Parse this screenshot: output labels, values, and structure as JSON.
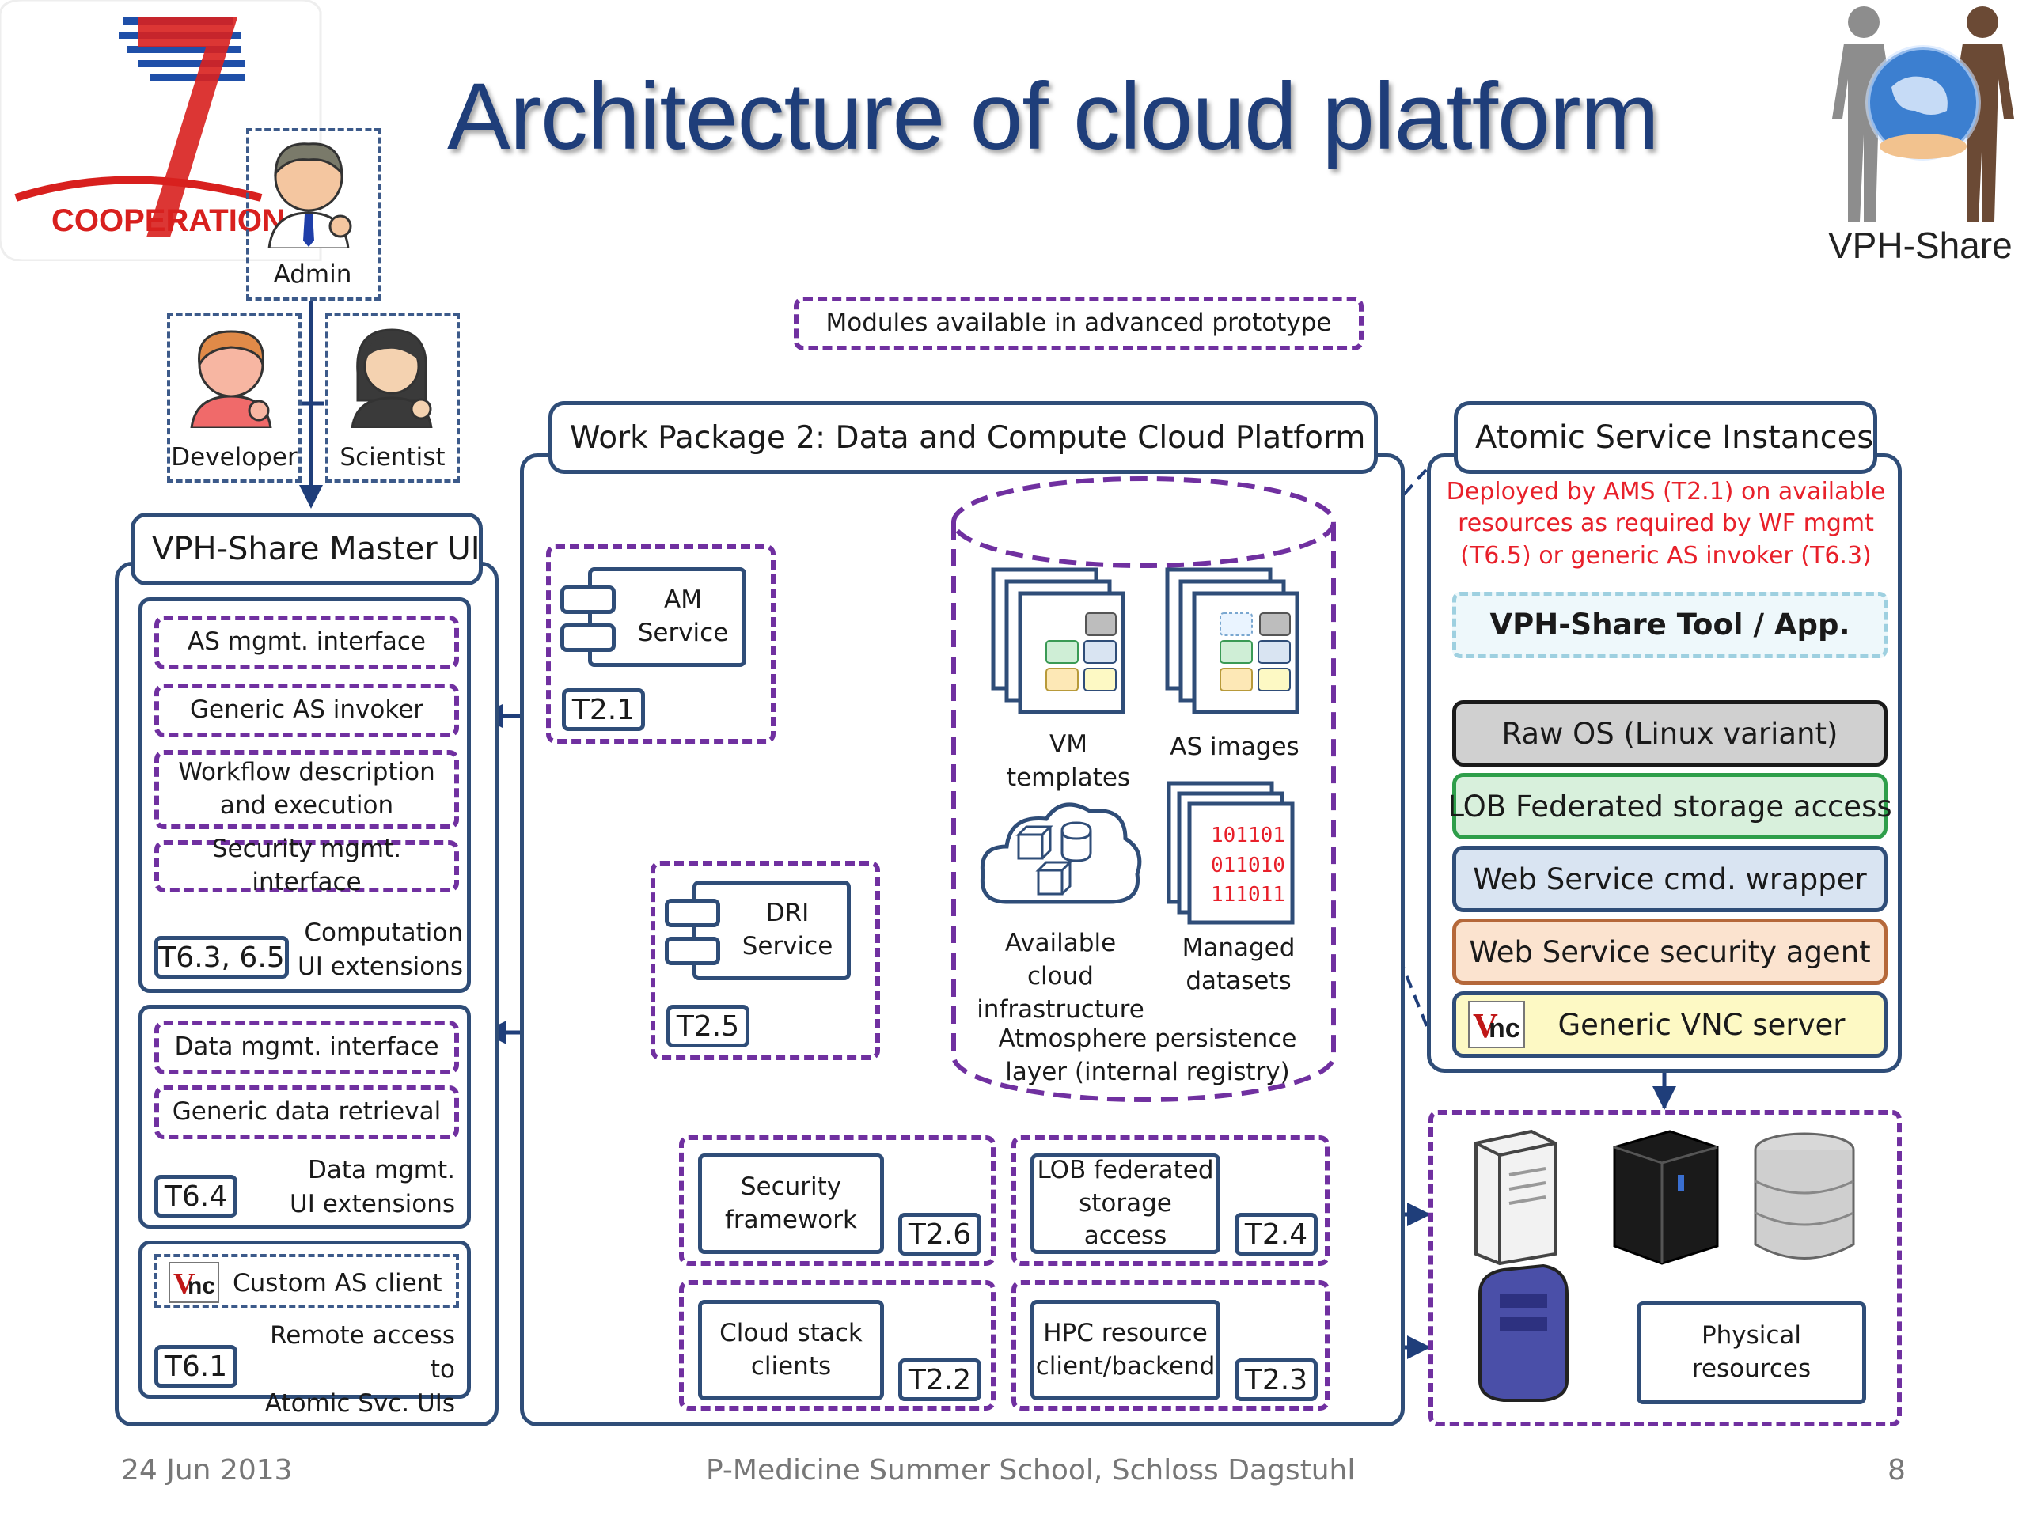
{
  "title": "Architecture of cloud platform",
  "logos": {
    "fp7": "COOPERATION",
    "vph": "VPH-Share"
  },
  "users": {
    "admin": "Admin",
    "developer": "Developer",
    "scientist": "Scientist"
  },
  "legend": "Modules available in advanced prototype",
  "master_ui": {
    "title": "VPH-Share Master UI",
    "computation": {
      "items": [
        "AS mgmt. interface",
        "Generic AS invoker",
        "Workflow description\nand execution",
        "Security mgmt. interface"
      ],
      "tag": "T6.3, 6.5",
      "caption": "Computation\nUI extensions"
    },
    "data": {
      "items": [
        "Data mgmt. interface",
        "Generic data retrieval"
      ],
      "tag": "T6.4",
      "caption": "Data mgmt.\nUI extensions"
    },
    "remote": {
      "client_label": "Custom AS client",
      "tag": "T6.1",
      "caption": "Remote access to\nAtomic Svc. UIs"
    }
  },
  "wp2": {
    "title": "Work Package 2: Data and Compute Cloud Platform",
    "am_service": {
      "label": "AM\nService",
      "tag": "T2.1"
    },
    "dri_service": {
      "label": "DRI\nService",
      "tag": "T2.5"
    },
    "persistence": {
      "vm_templates": "VM\ntemplates",
      "as_images": "AS images",
      "cloud_infra": "Available\ncloud\ninfrastructure",
      "datasets": "Managed\ndatasets",
      "binary": "101101\n011010\n111011",
      "caption": "Atmosphere persistence\nlayer (internal registry)"
    },
    "modules": [
      {
        "label": "Security\nframework",
        "tag": "T2.6"
      },
      {
        "label": "LOB federated\nstorage access",
        "tag": "T2.4"
      },
      {
        "label": "Cloud stack\nclients",
        "tag": "T2.2"
      },
      {
        "label": "HPC resource\nclient/backend",
        "tag": "T2.3"
      }
    ]
  },
  "atomic": {
    "title": "Atomic Service Instances",
    "note": "Deployed by AMS (T2.1) on available\nresources as required by WF mgmt\n(T6.5) or generic AS invoker (T6.3)",
    "tool": "VPH-Share Tool / App.",
    "layers": [
      {
        "label": "Raw OS (Linux variant)",
        "bg": "#d0d0d0",
        "border": "#1a1a1a"
      },
      {
        "label": "LOB Federated storage access",
        "bg": "#d8f0dc",
        "border": "#2e9e4a"
      },
      {
        "label": "Web Service cmd. wrapper",
        "bg": "#d9e4f2",
        "border": "#2f4d78"
      },
      {
        "label": "Web Service security agent",
        "bg": "#fbe3cf",
        "border": "#b5683a"
      },
      {
        "label": "Generic VNC server",
        "bg": "#fdf9c4",
        "border": "#2f4d78"
      }
    ]
  },
  "physical": {
    "label": "Physical\nresources"
  },
  "footer": {
    "date": "24 Jun 2013",
    "event": "P-Medicine Summer School, Schloss Dagstuhl",
    "page": "8"
  },
  "colors": {
    "title": "#1f3e7a",
    "box": "#2f4d78",
    "dashed": "#7030a0",
    "note": "#e8202a",
    "arrow": "#1f3e7a"
  }
}
